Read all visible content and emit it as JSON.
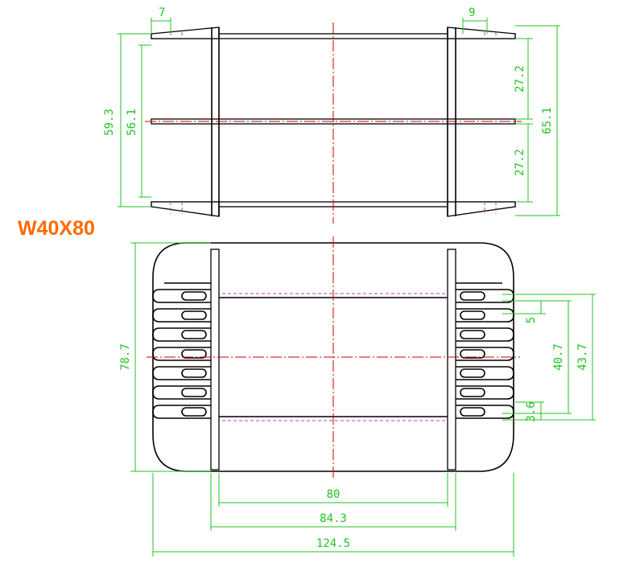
{
  "title": "W40X80",
  "top_view": {
    "dims": {
      "flange_left": "7",
      "flange_right": "9",
      "height_outer": "59.3",
      "height_inner": "56.1",
      "upper_slot": "27.2",
      "lower_slot": "27.2",
      "total_height": "65.1"
    }
  },
  "front_view": {
    "dims": {
      "height_left": "78.7",
      "pin_width": "5",
      "pin_span": "40.7",
      "pin_span_total": "43.7",
      "pin_gap": "3.6",
      "core_width": "80",
      "flange_span": "84.3",
      "total_width": "124.5"
    }
  },
  "colors": {
    "dimension": "#22c322",
    "outline": "#000000",
    "centerline": "#cc0000",
    "hidden": "#cc33cc",
    "title": "#ff6a00"
  }
}
